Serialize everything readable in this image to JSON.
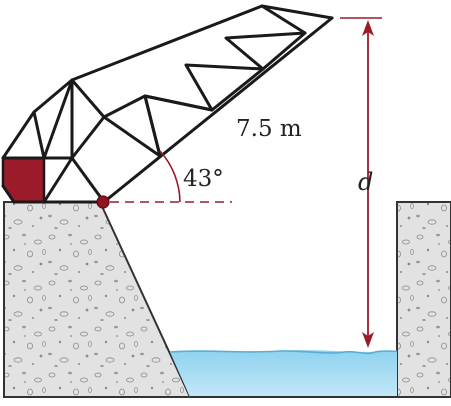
{
  "figure": {
    "length_label": "7.5 m",
    "angle_label": "43°",
    "height_label": "d"
  },
  "colors": {
    "truss": "#1a1a1a",
    "counterweight": "#9b1b2a",
    "pivot": "#8e1420",
    "arrows": "#9b1b2a",
    "concrete": "#e2e2e2",
    "concrete_speckle": "#8a8a8a",
    "water": "#a6dcf2",
    "water_surface": "#6fc3e8"
  },
  "icons": [
    "pivot-pin",
    "counterweight-block",
    "dimension-arrow"
  ]
}
